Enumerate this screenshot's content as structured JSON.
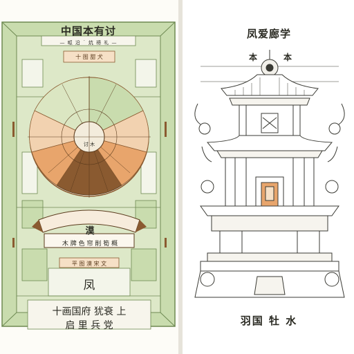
{
  "left_page": {
    "title": "中国本有讨",
    "subtitle": "— 呱 沿 ˙ 炕 禘 礼 —",
    "top_band": "十 图 甜 犬",
    "compass_hub": "讨 木",
    "ribbon_char": "漠",
    "ribbon_text": "木 牌  色 帘 削 筍  概",
    "lower_band": "平 图 漠 宋 文",
    "wind_char": "凤",
    "footer_line1": "十画国府 犹衰 上",
    "footer_line2": "启 里 兵 党"
  },
  "right_page": {
    "title": "凤爱廊学",
    "pin_left": "本",
    "pin_right": "本",
    "caption": "羽国 牡 水"
  },
  "colors": {
    "green": "#c9dcae",
    "green_dark": "#6e8a52",
    "orange": "#e8a56c",
    "brown": "#8a5a30",
    "ink": "#2a2a22"
  }
}
